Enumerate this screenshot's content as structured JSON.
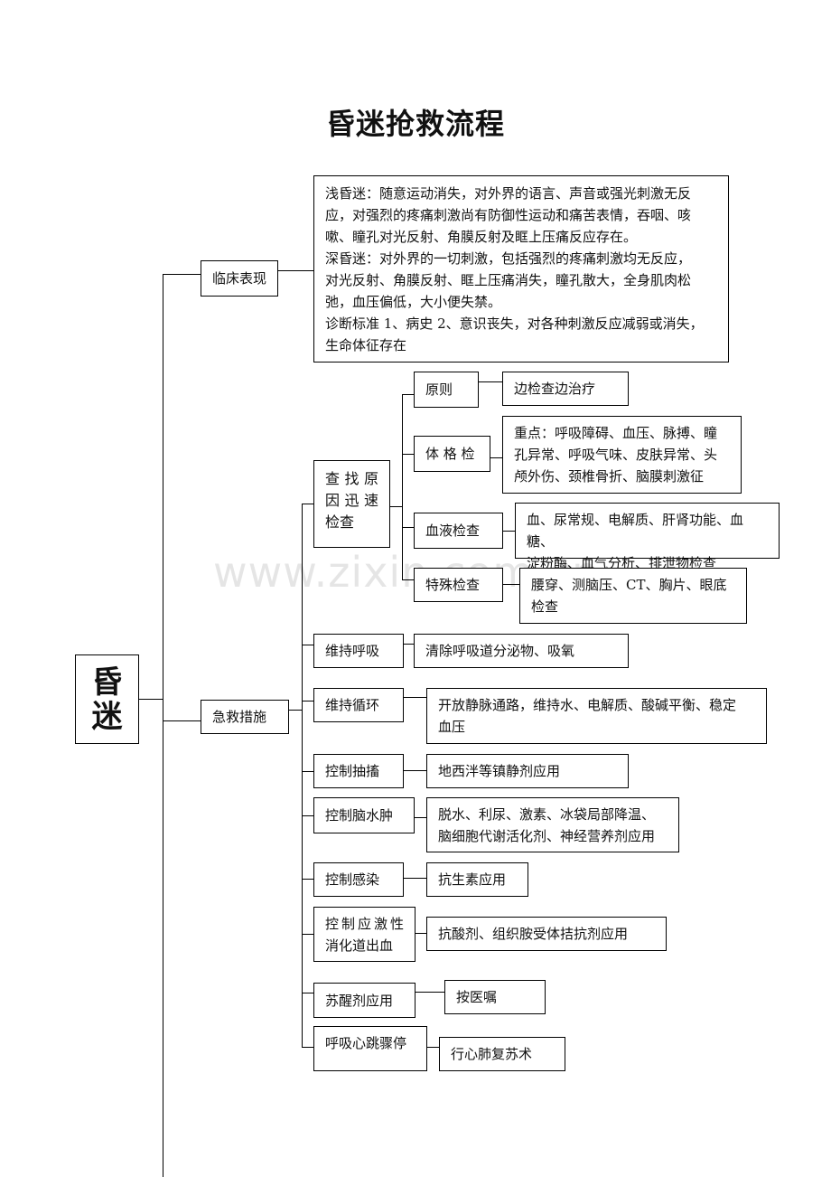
{
  "title": "昏迷抢救流程",
  "root": "昏迷",
  "watermark": "www.zixin.com.cn",
  "clinical": {
    "label": "临床表现",
    "lines": [
      "浅昏迷：随意运动消失，对外界的语言、声音或强光刺激无反",
      "应，对强烈的疼痛刺激尚有防御性运动和痛苦表情，吞咽、咳",
      "嗽、瞳孔对光反射、角膜反射及眶上压痛反应存在。",
      "深昏迷：对外界的一切刺激，包括强烈的疼痛刺激均无反应，",
      "对光反射、角膜反射、眶上压痛消失，瞳孔散大，全身肌肉松",
      "弛，血压偏低，大小便失禁。",
      "诊断标准 1、病史 2、意识丧失，对各种刺激反应减弱或消失，",
      "生命体征存在"
    ]
  },
  "rescue": {
    "label": "急救措施",
    "find_cause": {
      "lines": [
        "查找原",
        "因迅速",
        "检查"
      ],
      "items": [
        {
          "label": "原则",
          "detail_lines": [
            "边检查边治疗"
          ]
        },
        {
          "label": "体 格 检",
          "detail_lines": [
            "重点：呼吸障碍、血压、脉搏、瞳",
            "孔异常、呼吸气味、皮肤异常、头",
            "颅外伤、颈椎骨折、脑膜刺激征"
          ]
        },
        {
          "label": "血液检查",
          "detail_lines": [
            "血、尿常规、电解质、肝肾功能、血糖、",
            "淀粉酶、血气分析、排泄物检查"
          ]
        },
        {
          "label": "特殊检查",
          "detail_lines": [
            "腰穿、测脑压、CT、胸片、眼底",
            "检查"
          ]
        }
      ]
    },
    "measures": [
      {
        "label_lines": [
          "维持呼吸"
        ],
        "detail_lines": [
          "清除呼吸道分泌物、吸氧"
        ]
      },
      {
        "label_lines": [
          "维持循环"
        ],
        "detail_lines": [
          "开放静脉通路，维持水、电解质、酸碱平衡、稳定",
          "血压"
        ]
      },
      {
        "label_lines": [
          "控制抽搐"
        ],
        "detail_lines": [
          "地西泮等镇静剂应用"
        ]
      },
      {
        "label_lines": [
          "控制脑水肿"
        ],
        "detail_lines": [
          "脱水、利尿、激素、冰袋局部降温、",
          "脑细胞代谢活化剂、神经营养剂应用"
        ]
      },
      {
        "label_lines": [
          "控制感染"
        ],
        "detail_lines": [
          "抗生素应用"
        ]
      },
      {
        "label_lines": [
          "控制应激性",
          "消化道出血"
        ],
        "detail_lines": [
          "抗酸剂、组织胺受体拮抗剂应用"
        ]
      },
      {
        "label_lines": [
          "苏醒剂应用"
        ],
        "detail_lines": [
          "按医嘱"
        ]
      },
      {
        "label_lines": [
          "呼吸心跳骤停"
        ],
        "detail_lines": [
          "行心肺复苏术"
        ]
      }
    ]
  }
}
